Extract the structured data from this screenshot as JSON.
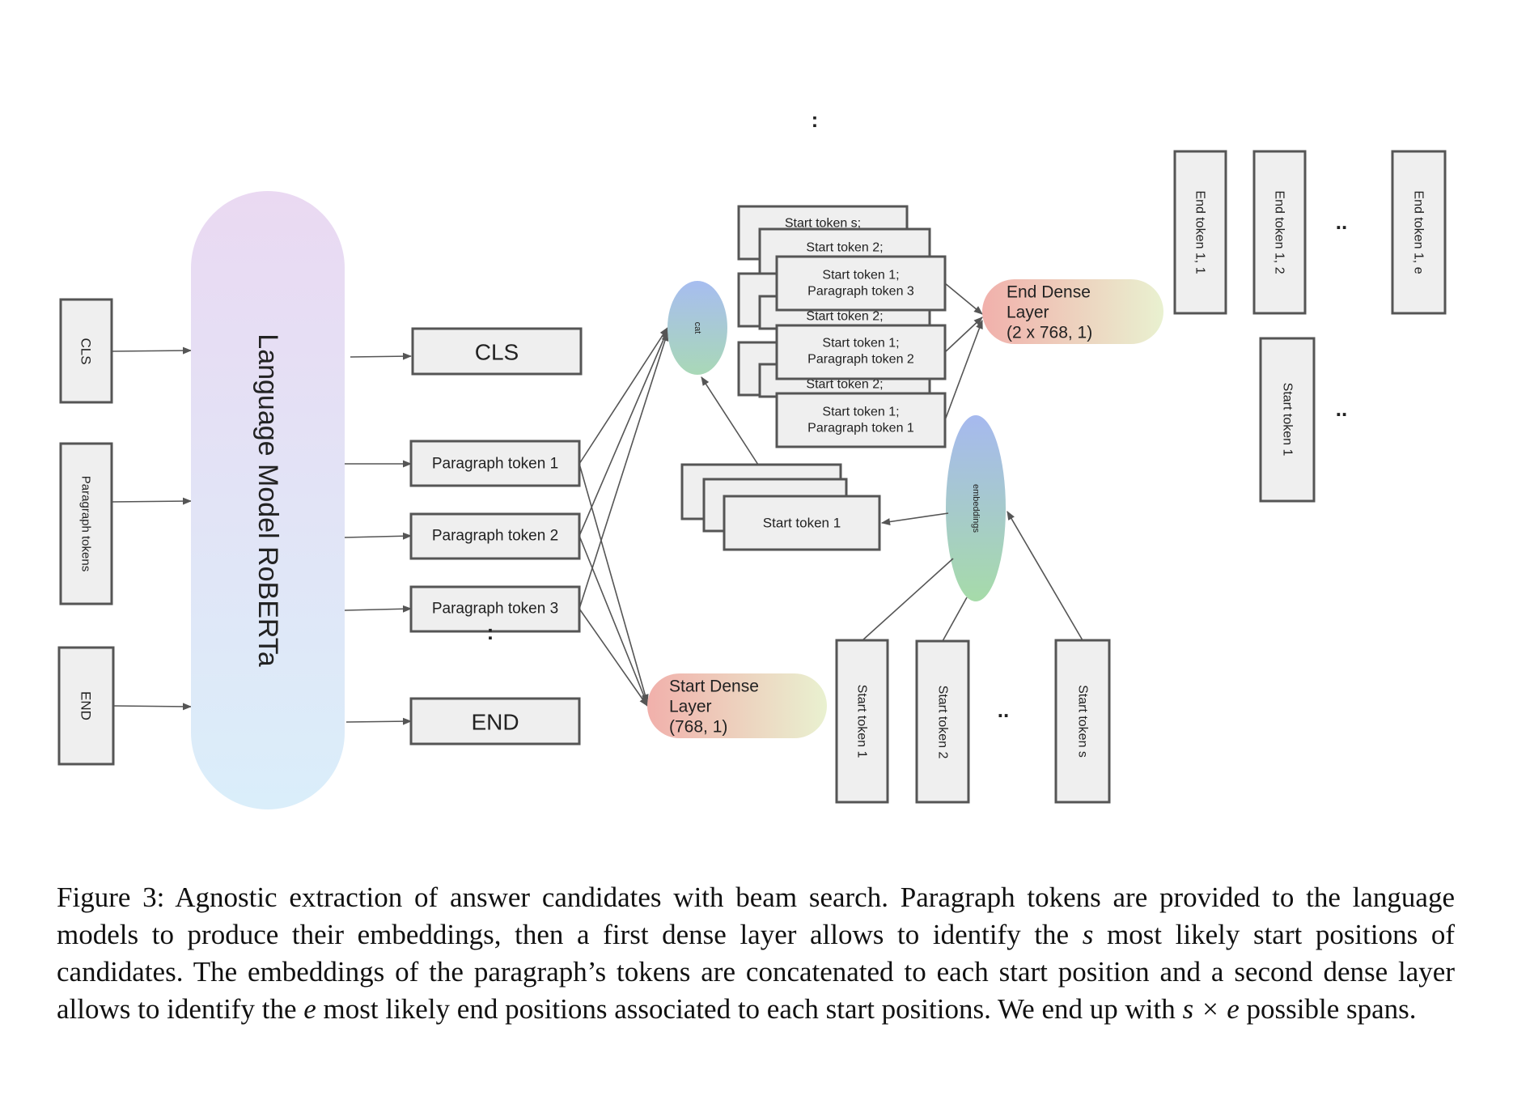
{
  "diagram": {
    "inputs": {
      "cls": "CLS",
      "paragraph": "Paragraph tokens",
      "end": "END"
    },
    "language_model": "Language Model RoBERTa",
    "outputs": {
      "cls": "CLS",
      "p1": "Paragraph token 1",
      "p2": "Paragraph token 2",
      "p3": "Paragraph token 3",
      "ellipsis": ":",
      "end": "END"
    },
    "cat": "cat",
    "embeddings": "embeddings",
    "start_dense": {
      "line1": "Start Dense",
      "line2": "Layer",
      "line3": "(768, 1)"
    },
    "end_dense": {
      "line1": "End Dense",
      "line2": "Layer",
      "line3": "(2 x 768, 1)"
    },
    "start_selected": "Start token 1",
    "start_tokens": [
      "Start token 1",
      "Start token 2",
      "Start token s"
    ],
    "ellipsis_h": "..",
    "stack_top": "Start token s;",
    "stack_mid": "Start token 2;",
    "pairs": [
      {
        "line1": "Start token 1;",
        "line2": "Paragraph token 3"
      },
      {
        "line1": "Start token 1;",
        "line2": "Paragraph token 2"
      },
      {
        "line1": "Start token 1;",
        "line2": "Paragraph token 1"
      }
    ],
    "top_ellipsis": ":",
    "end_tokens": [
      "End token 1, 1",
      "End token 1, 2",
      "End token 1, e"
    ],
    "right_start": "Start token 1"
  },
  "caption": {
    "part1": "Figure 3: Agnostic extraction of answer candidates with beam search. Paragraph tokens are provided to the language models to produce their embeddings, then a first dense layer allows to identify the ",
    "var_s": "s",
    "part2": " most likely start positions of candidates. The embeddings of the paragraph’s tokens are concatenated to each start position and a second dense layer allows to identify the ",
    "var_e": "e",
    "part3": " most likely end positions associated to each start positions. We end up with ",
    "span_formula": "s × e",
    "part4": " possible spans."
  }
}
